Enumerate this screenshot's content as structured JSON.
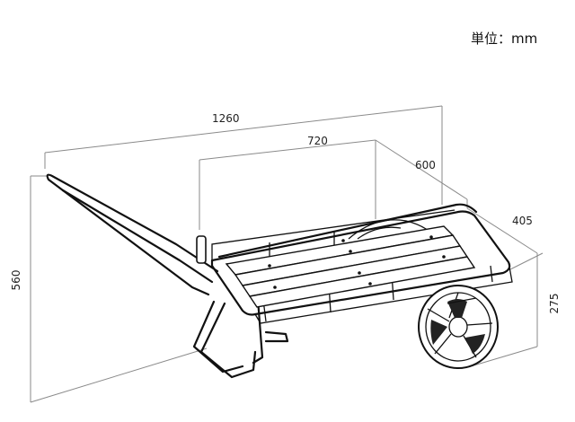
{
  "unit_label": "単位：mm",
  "dimensions": {
    "overall_length": "1260",
    "bed_length": "720",
    "bed_width": "600",
    "wheel_track": "405",
    "overall_height": "560",
    "bed_height": "275"
  }
}
